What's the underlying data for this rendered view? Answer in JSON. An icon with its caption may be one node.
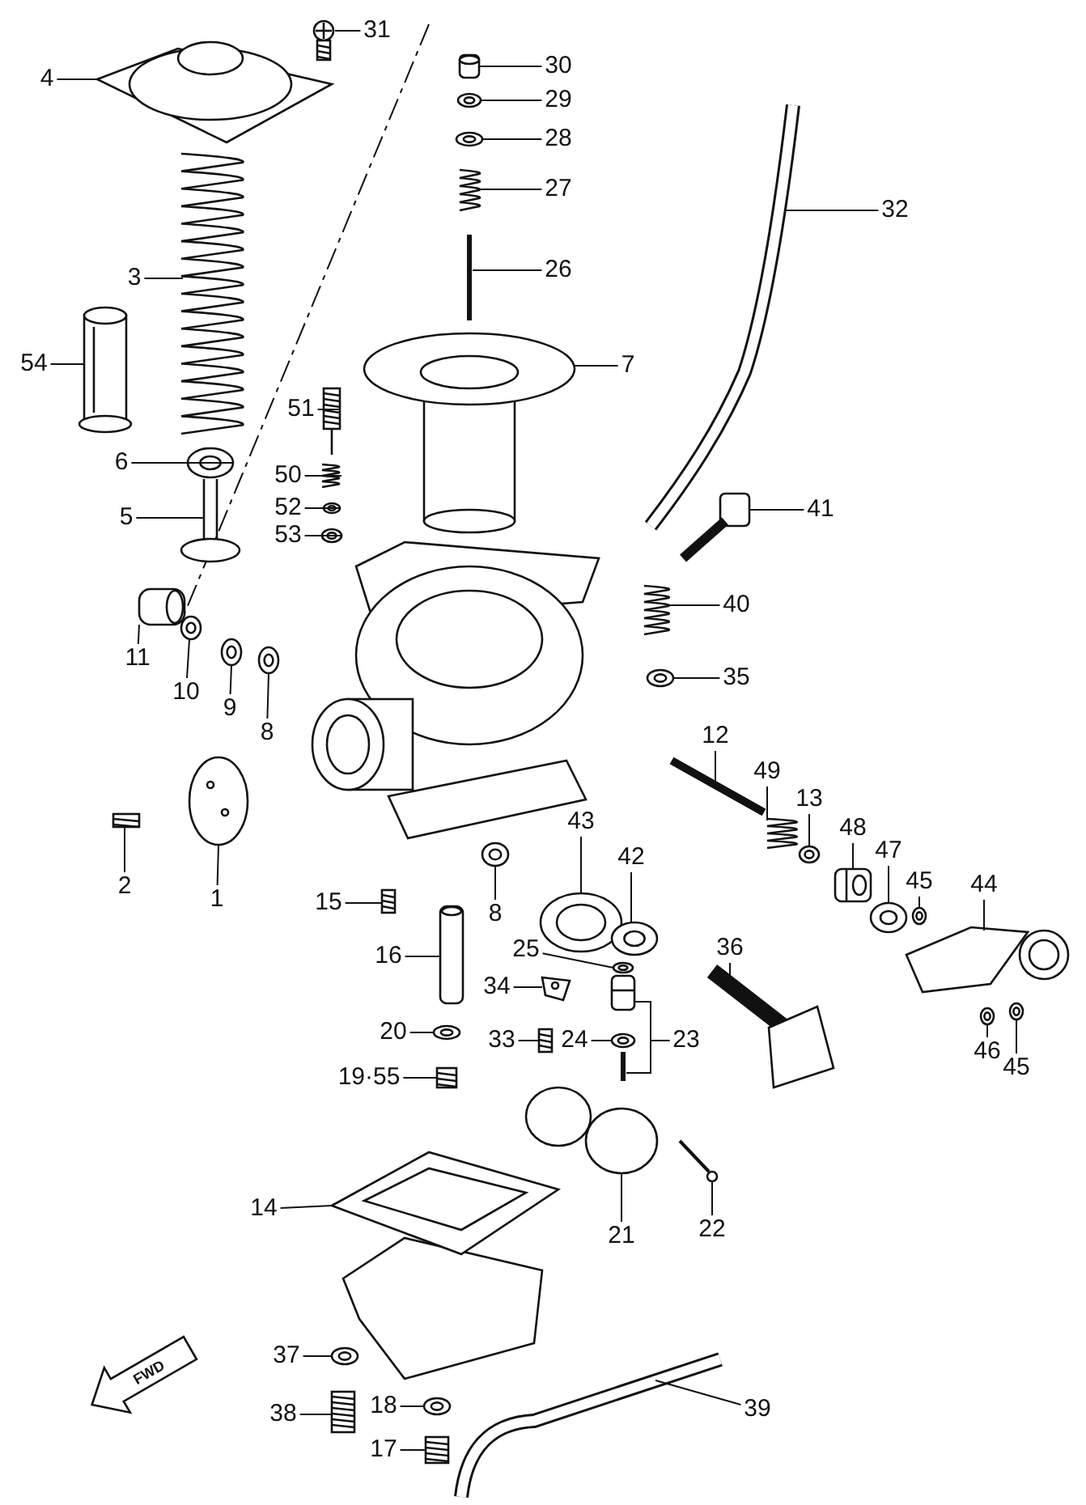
{
  "diagram": {
    "nodes": [
      {
        "text": [
          "31"
        ]
      },
      {
        "text": [
          "30"
        ]
      },
      {
        "text": [
          "4"
        ]
      },
      {
        "text": [
          "29"
        ]
      },
      {
        "text": [
          "28"
        ]
      },
      {
        "text": [
          "27"
        ]
      },
      {
        "text": [
          "32"
        ]
      },
      {
        "text": [
          "26"
        ]
      },
      {
        "text": [
          "3"
        ]
      },
      {
        "text": [
          "54"
        ]
      },
      {
        "text": [
          "7"
        ]
      },
      {
        "text": [
          "51"
        ]
      },
      {
        "text": [
          "6"
        ]
      },
      {
        "text": [
          "50"
        ]
      },
      {
        "text": [
          "52"
        ]
      },
      {
        "text": [
          "41"
        ]
      },
      {
        "text": [
          "5"
        ]
      },
      {
        "text": [
          "53"
        ]
      },
      {
        "text": [
          "40"
        ]
      },
      {
        "text": [
          "11"
        ]
      },
      {
        "text": [
          "35"
        ]
      },
      {
        "text": [
          "10"
        ]
      },
      {
        "text": [
          "9"
        ]
      },
      {
        "text": [
          "8"
        ]
      },
      {
        "text": [
          "12"
        ]
      },
      {
        "text": [
          "49"
        ]
      },
      {
        "text": [
          "13"
        ]
      },
      {
        "text": [
          "43"
        ]
      },
      {
        "text": [
          "48"
        ]
      },
      {
        "text": [
          "47"
        ]
      },
      {
        "text": [
          "42"
        ]
      },
      {
        "text": [
          "45"
        ]
      },
      {
        "text": [
          "44"
        ]
      },
      {
        "text": [
          "2"
        ]
      },
      {
        "text": [
          "1"
        ]
      },
      {
        "text": [
          "15"
        ]
      },
      {
        "text": [
          "8"
        ]
      },
      {
        "text": [
          "36"
        ]
      },
      {
        "text": [
          "25"
        ]
      },
      {
        "text": [
          "16"
        ]
      },
      {
        "text": [
          "34"
        ]
      },
      {
        "text": [
          "20"
        ]
      },
      {
        "text": [
          "33"
        ]
      },
      {
        "text": [
          "24"
        ]
      },
      {
        "text": [
          "23"
        ]
      },
      {
        "text": [
          "46"
        ]
      },
      {
        "text": [
          "45"
        ]
      },
      {
        "text": [
          "19·55"
        ]
      },
      {
        "text": [
          "14"
        ]
      },
      {
        "text": [
          "22"
        ]
      },
      {
        "text": [
          "21"
        ]
      },
      {
        "text": [
          "37"
        ]
      },
      {
        "text": [
          "18"
        ]
      },
      {
        "text": [
          "39"
        ]
      },
      {
        "text": [
          "38"
        ]
      },
      {
        "text": [
          "17"
        ]
      },
      {
        "text": [],
        "shape": "picture"
      },
      {
        "text": [],
        "shape": "picture"
      },
      {
        "text": [],
        "shape": "picture"
      },
      {
        "text": [],
        "shape": "picture"
      },
      {
        "text": [],
        "shape": "picture"
      },
      {
        "text": [],
        "shape": "picture"
      },
      {
        "text": [],
        "shape": "picture"
      },
      {
        "text": [],
        "shape": "picture"
      },
      {
        "text": [],
        "shape": "picture"
      },
      {
        "text": [],
        "shape": "picture"
      },
      {
        "text": [],
        "shape": "picture"
      },
      {
        "text": [],
        "shape": "picture"
      },
      {
        "text": [],
        "shape": "picture"
      },
      {
        "text": [],
        "shape": "picture"
      },
      {
        "text": [],
        "shape": "picture"
      },
      {
        "text": [],
        "shape": "picture"
      },
      {
        "text": [],
        "shape": "picture"
      },
      {
        "text": [],
        "shape": "picture"
      },
      {
        "text": [],
        "shape": "picture"
      },
      {
        "text": [],
        "shape": "picture"
      },
      {
        "text": [],
        "shape": "picture"
      },
      {
        "text": [],
        "shape": "picture"
      },
      {
        "text": [],
        "shape": "picture"
      },
      {
        "text": [],
        "shape": "picture"
      },
      {
        "text": [],
        "shape": "picture"
      },
      {
        "text": [],
        "shape": "picture"
      },
      {
        "text": [],
        "shape": "picture"
      },
      {
        "text": [],
        "shape": "picture"
      },
      {
        "text": [],
        "shape": "picture"
      },
      {
        "text": [],
        "shape": "picture"
      },
      {
        "text": [],
        "shape": "picture"
      },
      {
        "text": [],
        "shape": "picture"
      },
      {
        "text": [],
        "shape": "picture"
      },
      {
        "text": [],
        "shape": "picture"
      },
      {
        "text": [],
        "shape": "picture"
      },
      {
        "text": [],
        "shape": "picture"
      },
      {
        "text": [],
        "shape": "picture"
      },
      {
        "text": [],
        "shape": "picture"
      },
      {
        "text": [],
        "shape": "picture"
      },
      {
        "text": [],
        "shape": "picture"
      },
      {
        "text": [],
        "shape": "picture"
      },
      {
        "text": [],
        "shape": "picture"
      },
      {
        "text": [],
        "shape": "picture"
      },
      {
        "text": [],
        "shape": "picture"
      },
      {
        "text": [],
        "shape": "picture"
      },
      {
        "text": [],
        "shape": "picture"
      },
      {
        "text": [],
        "shape": "picture"
      },
      {
        "text": [],
        "shape": "picture"
      },
      {
        "text": [],
        "shape": "picture"
      },
      {
        "text": [],
        "shape": "picture"
      },
      {
        "text": [],
        "shape": "picture"
      },
      {
        "text": [],
        "shape": "picture"
      },
      {
        "text": [],
        "shape": "picture"
      },
      {
        "text": [],
        "shape": "picture"
      },
      {
        "text": [],
        "shape": "picture"
      },
      {
        "text": [],
        "shape": "picture"
      },
      {
        "text": [],
        "shape": "picture"
      }
    ],
    "edges": [
      {
        "from": 0,
        "to": 56,
        "arrow": "none"
      },
      {
        "from": 1,
        "to": 57,
        "arrow": "none"
      },
      {
        "from": 2,
        "to": 58,
        "arrow": "none"
      },
      {
        "from": 3,
        "to": 59,
        "arrow": "none"
      },
      {
        "from": 4,
        "to": 60,
        "arrow": "none"
      },
      {
        "from": 5,
        "to": 61,
        "arrow": "none"
      },
      {
        "from": 6,
        "to": 62,
        "arrow": "none"
      },
      {
        "from": 7,
        "to": 63,
        "arrow": "none"
      },
      {
        "from": 8,
        "to": 64,
        "arrow": "none"
      },
      {
        "from": 9,
        "to": 65,
        "arrow": "none"
      },
      {
        "from": 10,
        "to": 66,
        "arrow": "none"
      },
      {
        "from": 11,
        "to": 67,
        "arrow": "none"
      },
      {
        "from": 12,
        "to": 68,
        "arrow": "none"
      },
      {
        "from": 13,
        "to": 69,
        "arrow": "none"
      },
      {
        "from": 14,
        "to": 70,
        "arrow": "none"
      },
      {
        "from": 15,
        "to": 71,
        "arrow": "none"
      },
      {
        "from": 16,
        "to": 72,
        "arrow": "none"
      },
      {
        "from": 17,
        "to": 73,
        "arrow": "none"
      },
      {
        "from": 18,
        "to": 74,
        "arrow": "none"
      },
      {
        "from": 19,
        "to": 75,
        "arrow": "none"
      },
      {
        "from": 20,
        "to": 76,
        "arrow": "none"
      },
      {
        "from": 21,
        "to": 77,
        "arrow": "none"
      },
      {
        "from": 22,
        "to": 78,
        "arrow": "none"
      },
      {
        "from": 23,
        "to": 79,
        "arrow": "none"
      },
      {
        "from": 24,
        "to": 80,
        "arrow": "none"
      },
      {
        "from": 25,
        "to": 81,
        "arrow": "none"
      },
      {
        "from": 26,
        "to": 82,
        "arrow": "none"
      },
      {
        "from": 27,
        "to": 83,
        "arrow": "none"
      },
      {
        "from": 28,
        "to": 84,
        "arrow": "none"
      },
      {
        "from": 29,
        "to": 85,
        "arrow": "none"
      },
      {
        "from": 30,
        "to": 86,
        "arrow": "none"
      },
      {
        "from": 31,
        "to": 87,
        "arrow": "none"
      },
      {
        "from": 32,
        "to": 88,
        "arrow": "none"
      },
      {
        "from": 33,
        "to": 89,
        "arrow": "none"
      },
      {
        "from": 34,
        "to": 90,
        "arrow": "none"
      },
      {
        "from": 35,
        "to": 91,
        "arrow": "none"
      },
      {
        "from": 36,
        "to": 92,
        "arrow": "none"
      },
      {
        "from": 37,
        "to": 93,
        "arrow": "none"
      },
      {
        "from": 38,
        "to": 94,
        "arrow": "none"
      },
      {
        "from": 39,
        "to": 95,
        "arrow": "none"
      },
      {
        "from": 40,
        "to": 96,
        "arrow": "none"
      },
      {
        "from": 41,
        "to": 97,
        "arrow": "none"
      },
      {
        "from": 42,
        "to": 98,
        "arrow": "none"
      },
      {
        "from": 43,
        "to": 99,
        "arrow": "none"
      },
      {
        "from": 44,
        "to": 100,
        "arrow": "none"
      },
      {
        "from": 44,
        "to": 101,
        "arrow": "none"
      },
      {
        "from": 45,
        "to": 102,
        "arrow": "none"
      },
      {
        "from": 46,
        "to": 103,
        "arrow": "none"
      },
      {
        "from": 47,
        "to": 104,
        "arrow": "none"
      },
      {
        "from": 48,
        "to": 105,
        "arrow": "none"
      },
      {
        "from": 49,
        "to": 106,
        "arrow": "none"
      },
      {
        "from": 50,
        "to": 107,
        "arrow": "none"
      },
      {
        "from": 51,
        "to": 108,
        "arrow": "none"
      },
      {
        "from": 52,
        "to": 109,
        "arrow": "none"
      },
      {
        "from": 53,
        "to": 110,
        "arrow": "none"
      },
      {
        "from": 54,
        "to": 111,
        "arrow": "none"
      },
      {
        "from": 55,
        "to": 112,
        "arrow": "none"
      }
    ],
    "labels": [
      "FWD"
    ]
  }
}
